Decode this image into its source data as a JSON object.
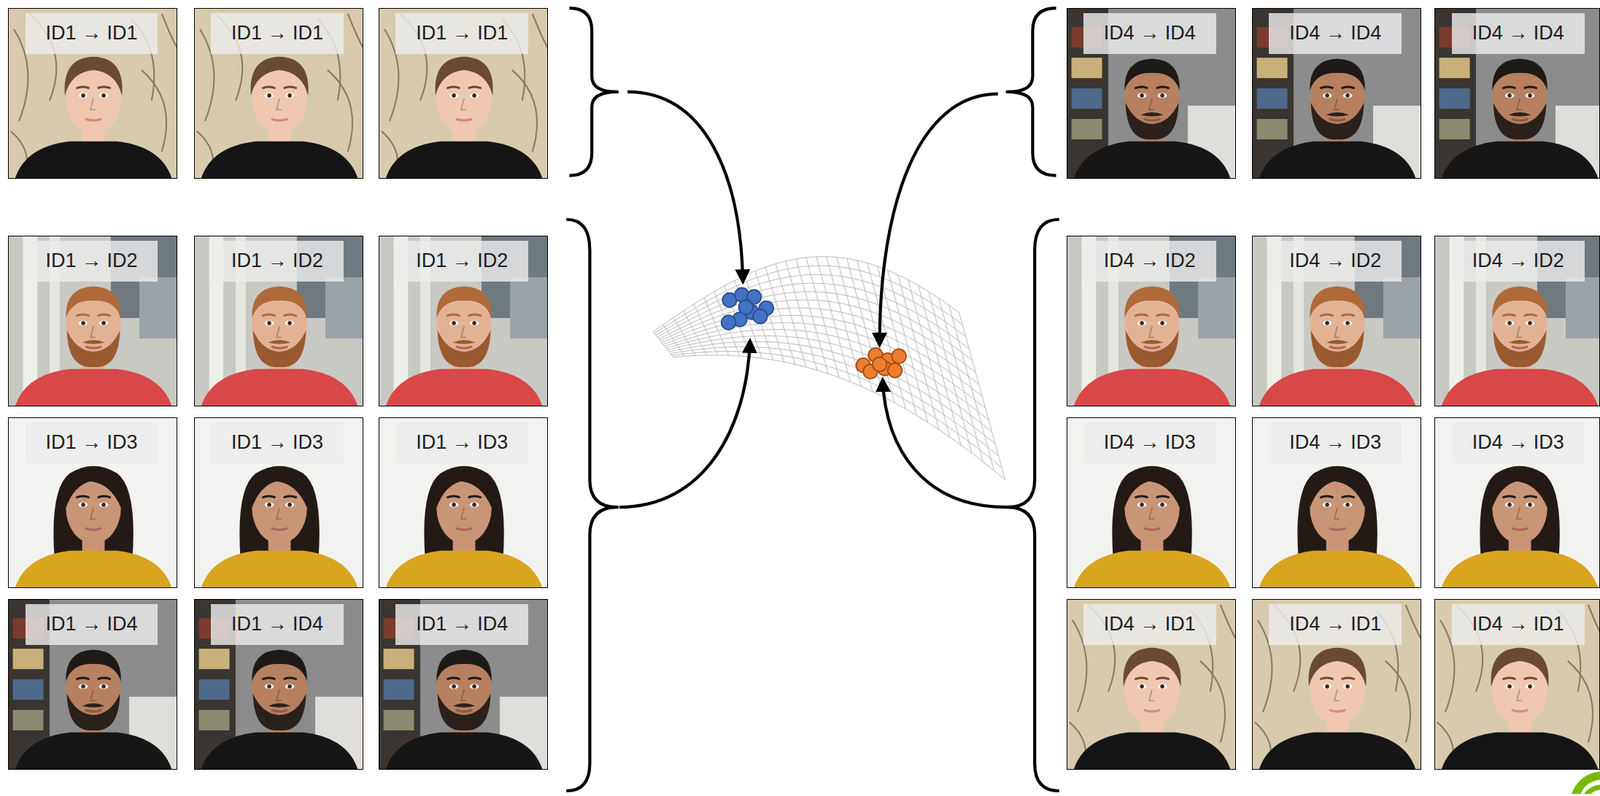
{
  "diagram": {
    "nodes": [
      {
        "text": [
          "ID1 → ID1"
        ]
      },
      {
        "text": [
          "ID1 → ID1"
        ]
      },
      {
        "text": [
          "ID1 → ID1"
        ]
      },
      {
        "text": [
          "ID1 → ID2"
        ]
      },
      {
        "text": [
          "ID1 → ID2"
        ]
      },
      {
        "text": [
          "ID1 → ID2"
        ]
      },
      {
        "text": [
          "ID1 → ID3"
        ]
      },
      {
        "text": [
          "ID1 → ID3"
        ]
      },
      {
        "text": [
          "ID1 → ID3"
        ]
      },
      {
        "text": [
          "ID1 → ID4"
        ]
      },
      {
        "text": [
          "ID1 → ID4"
        ]
      },
      {
        "text": [
          "ID1 → ID4"
        ]
      },
      {
        "text": [
          "ID4 → ID4"
        ]
      },
      {
        "text": [
          "ID4 → ID4"
        ]
      },
      {
        "text": [
          "ID4 → ID4"
        ]
      },
      {
        "text": [
          "ID4 → ID2"
        ]
      },
      {
        "text": [
          "ID4 → ID2"
        ]
      },
      {
        "text": [
          "ID4 → ID2"
        ]
      },
      {
        "text": [
          "ID4 → ID3"
        ]
      },
      {
        "text": [
          "ID4 → ID3"
        ]
      },
      {
        "text": [
          "ID4 → ID3"
        ]
      },
      {
        "text": [
          "ID4 → ID1"
        ]
      },
      {
        "text": [
          "ID4 → ID1"
        ]
      },
      {
        "text": [
          "ID4 → ID1"
        ]
      }
    ]
  }
}
